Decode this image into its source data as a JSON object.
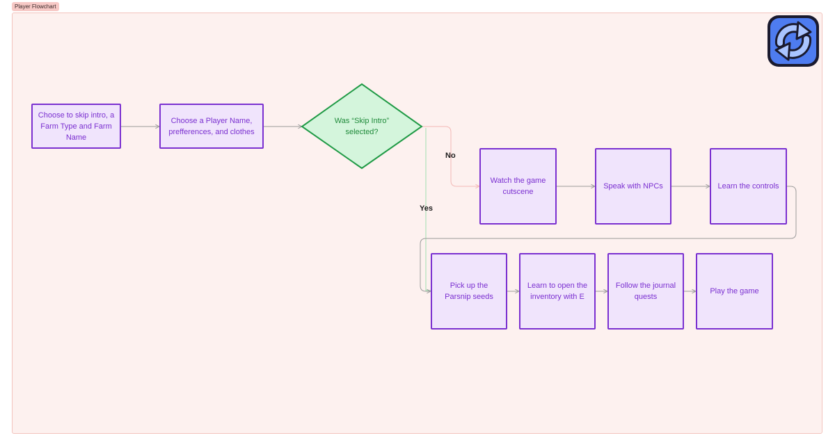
{
  "frame": {
    "title": "Player Flowchart"
  },
  "nodes": {
    "start": "Choose to skip intro, a Farm Type and Farm Name",
    "player": "Choose a Player Name, prefferences, and clothes",
    "decision": "Was “Skip Intro” selected?",
    "cutscene": "Watch the game cutscene",
    "npcs": "Speak with NPCs",
    "controls": "Learn the controls",
    "parsnip": "Pick up the Parsnip seeds",
    "inventory": "Learn to open the inventory with E",
    "journal": "Follow the journal quests",
    "play": "Play the game"
  },
  "edges": {
    "no": "No",
    "yes": "Yes"
  },
  "icons": {
    "refresh": "refresh-icon"
  },
  "colors": {
    "node_fill": "#f0e4fc",
    "node_border": "#7a2fd0",
    "decision_fill": "#d4f5dc",
    "decision_border": "#1f9a45",
    "no_edge": "#f2b8b5",
    "yes_edge": "#9fe0af",
    "edge": "#9a9a9a"
  }
}
